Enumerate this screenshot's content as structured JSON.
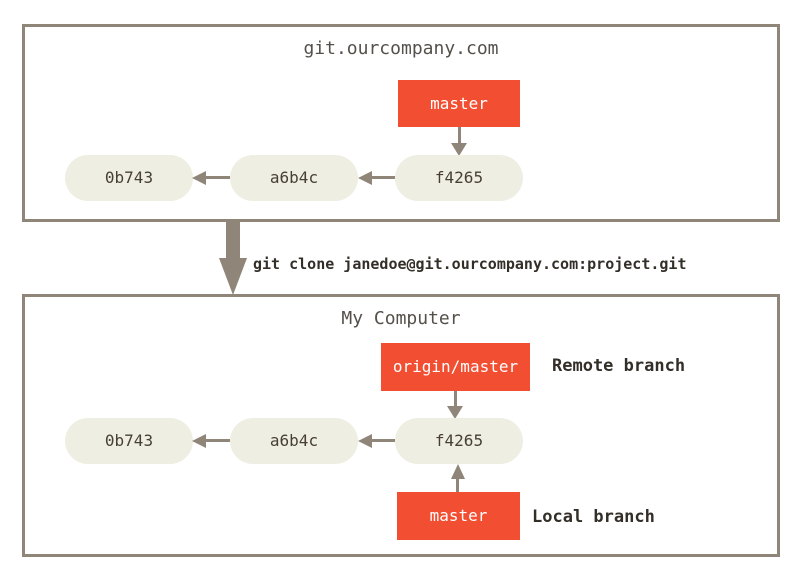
{
  "colors": {
    "background": "#ffffff",
    "box-border": "#8f8578",
    "title-text": "#55504a",
    "node-fill": "#efeee3",
    "node-text": "#473f37",
    "branch-fill": "#f14e32",
    "branch-text": "#ffffff",
    "arrow": "#8f8578",
    "label-text": "#332e28"
  },
  "server": {
    "title": "git.ourcompany.com",
    "branch_label": "master",
    "commits": [
      "0b743",
      "a6b4c",
      "f4265"
    ]
  },
  "clone": {
    "command": "git clone janedoe@git.ourcompany.com:project.git"
  },
  "local": {
    "title": "My Computer",
    "remote_branch_label": "origin/master",
    "remote_branch_annotation": "Remote branch",
    "local_branch_label": "master",
    "local_branch_annotation": "Local branch",
    "commits": [
      "0b743",
      "a6b4c",
      "f4265"
    ]
  }
}
